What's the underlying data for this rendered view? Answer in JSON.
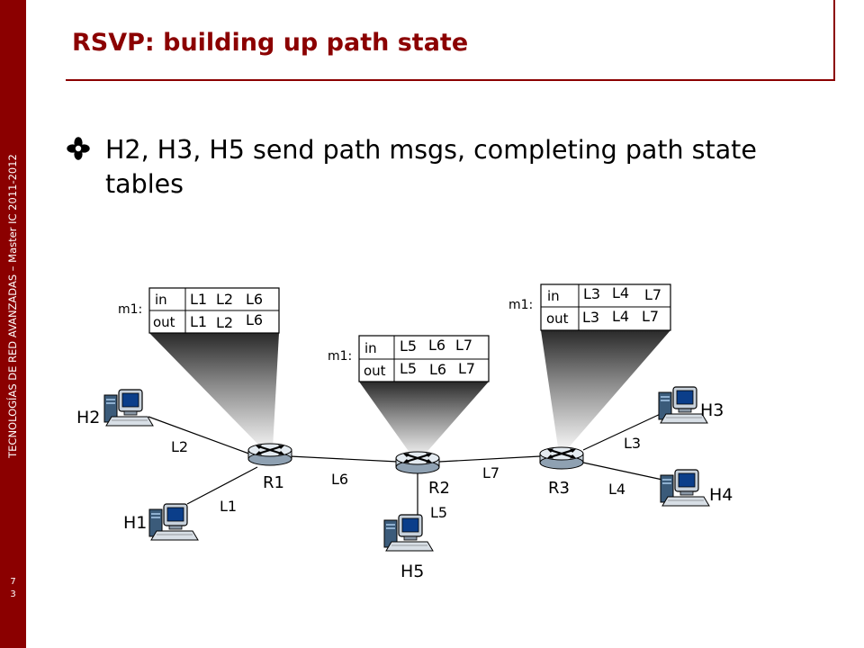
{
  "sidebar": {
    "vertical_text": "TECNOLOGÍAS DE RED AVANZADAS – Master IC 2011-2012",
    "page_number_line1": "7",
    "page_number_line2": "3"
  },
  "slide": {
    "title": "RSVP: building up path state",
    "bullet": "H2, H3, H5 send path msgs, completing path state tables"
  },
  "diagram": {
    "hosts": {
      "h1": "H1",
      "h2": "H2",
      "h3": "H3",
      "h4": "H4",
      "h5": "H5"
    },
    "routers": {
      "r1": "R1",
      "r2": "R2",
      "r3": "R3"
    },
    "links": {
      "l1": "L1",
      "l2": "L2",
      "l3": "L3",
      "l4": "L4",
      "l5": "L5",
      "l6": "L6",
      "l7": "L7"
    },
    "tables": {
      "r1": {
        "label": "m1:",
        "in_header": "in",
        "out_header": "out",
        "in": [
          "L1",
          "L2",
          "L6"
        ],
        "out": [
          "L1",
          "L2",
          "L6"
        ]
      },
      "r2": {
        "label": "m1:",
        "in_header": "in",
        "out_header": "out",
        "in": [
          "L5",
          "L6",
          "L7"
        ],
        "out": [
          "L5",
          "L6",
          "L7"
        ]
      },
      "r3": {
        "label": "m1:",
        "in_header": "in",
        "out_header": "out",
        "in": [
          "L3",
          "L4",
          "L7"
        ],
        "out": [
          "L3",
          "L4",
          "L7"
        ]
      }
    },
    "colors": {
      "accent": "#8b0000",
      "router_fill": "#cfd8e0"
    }
  }
}
